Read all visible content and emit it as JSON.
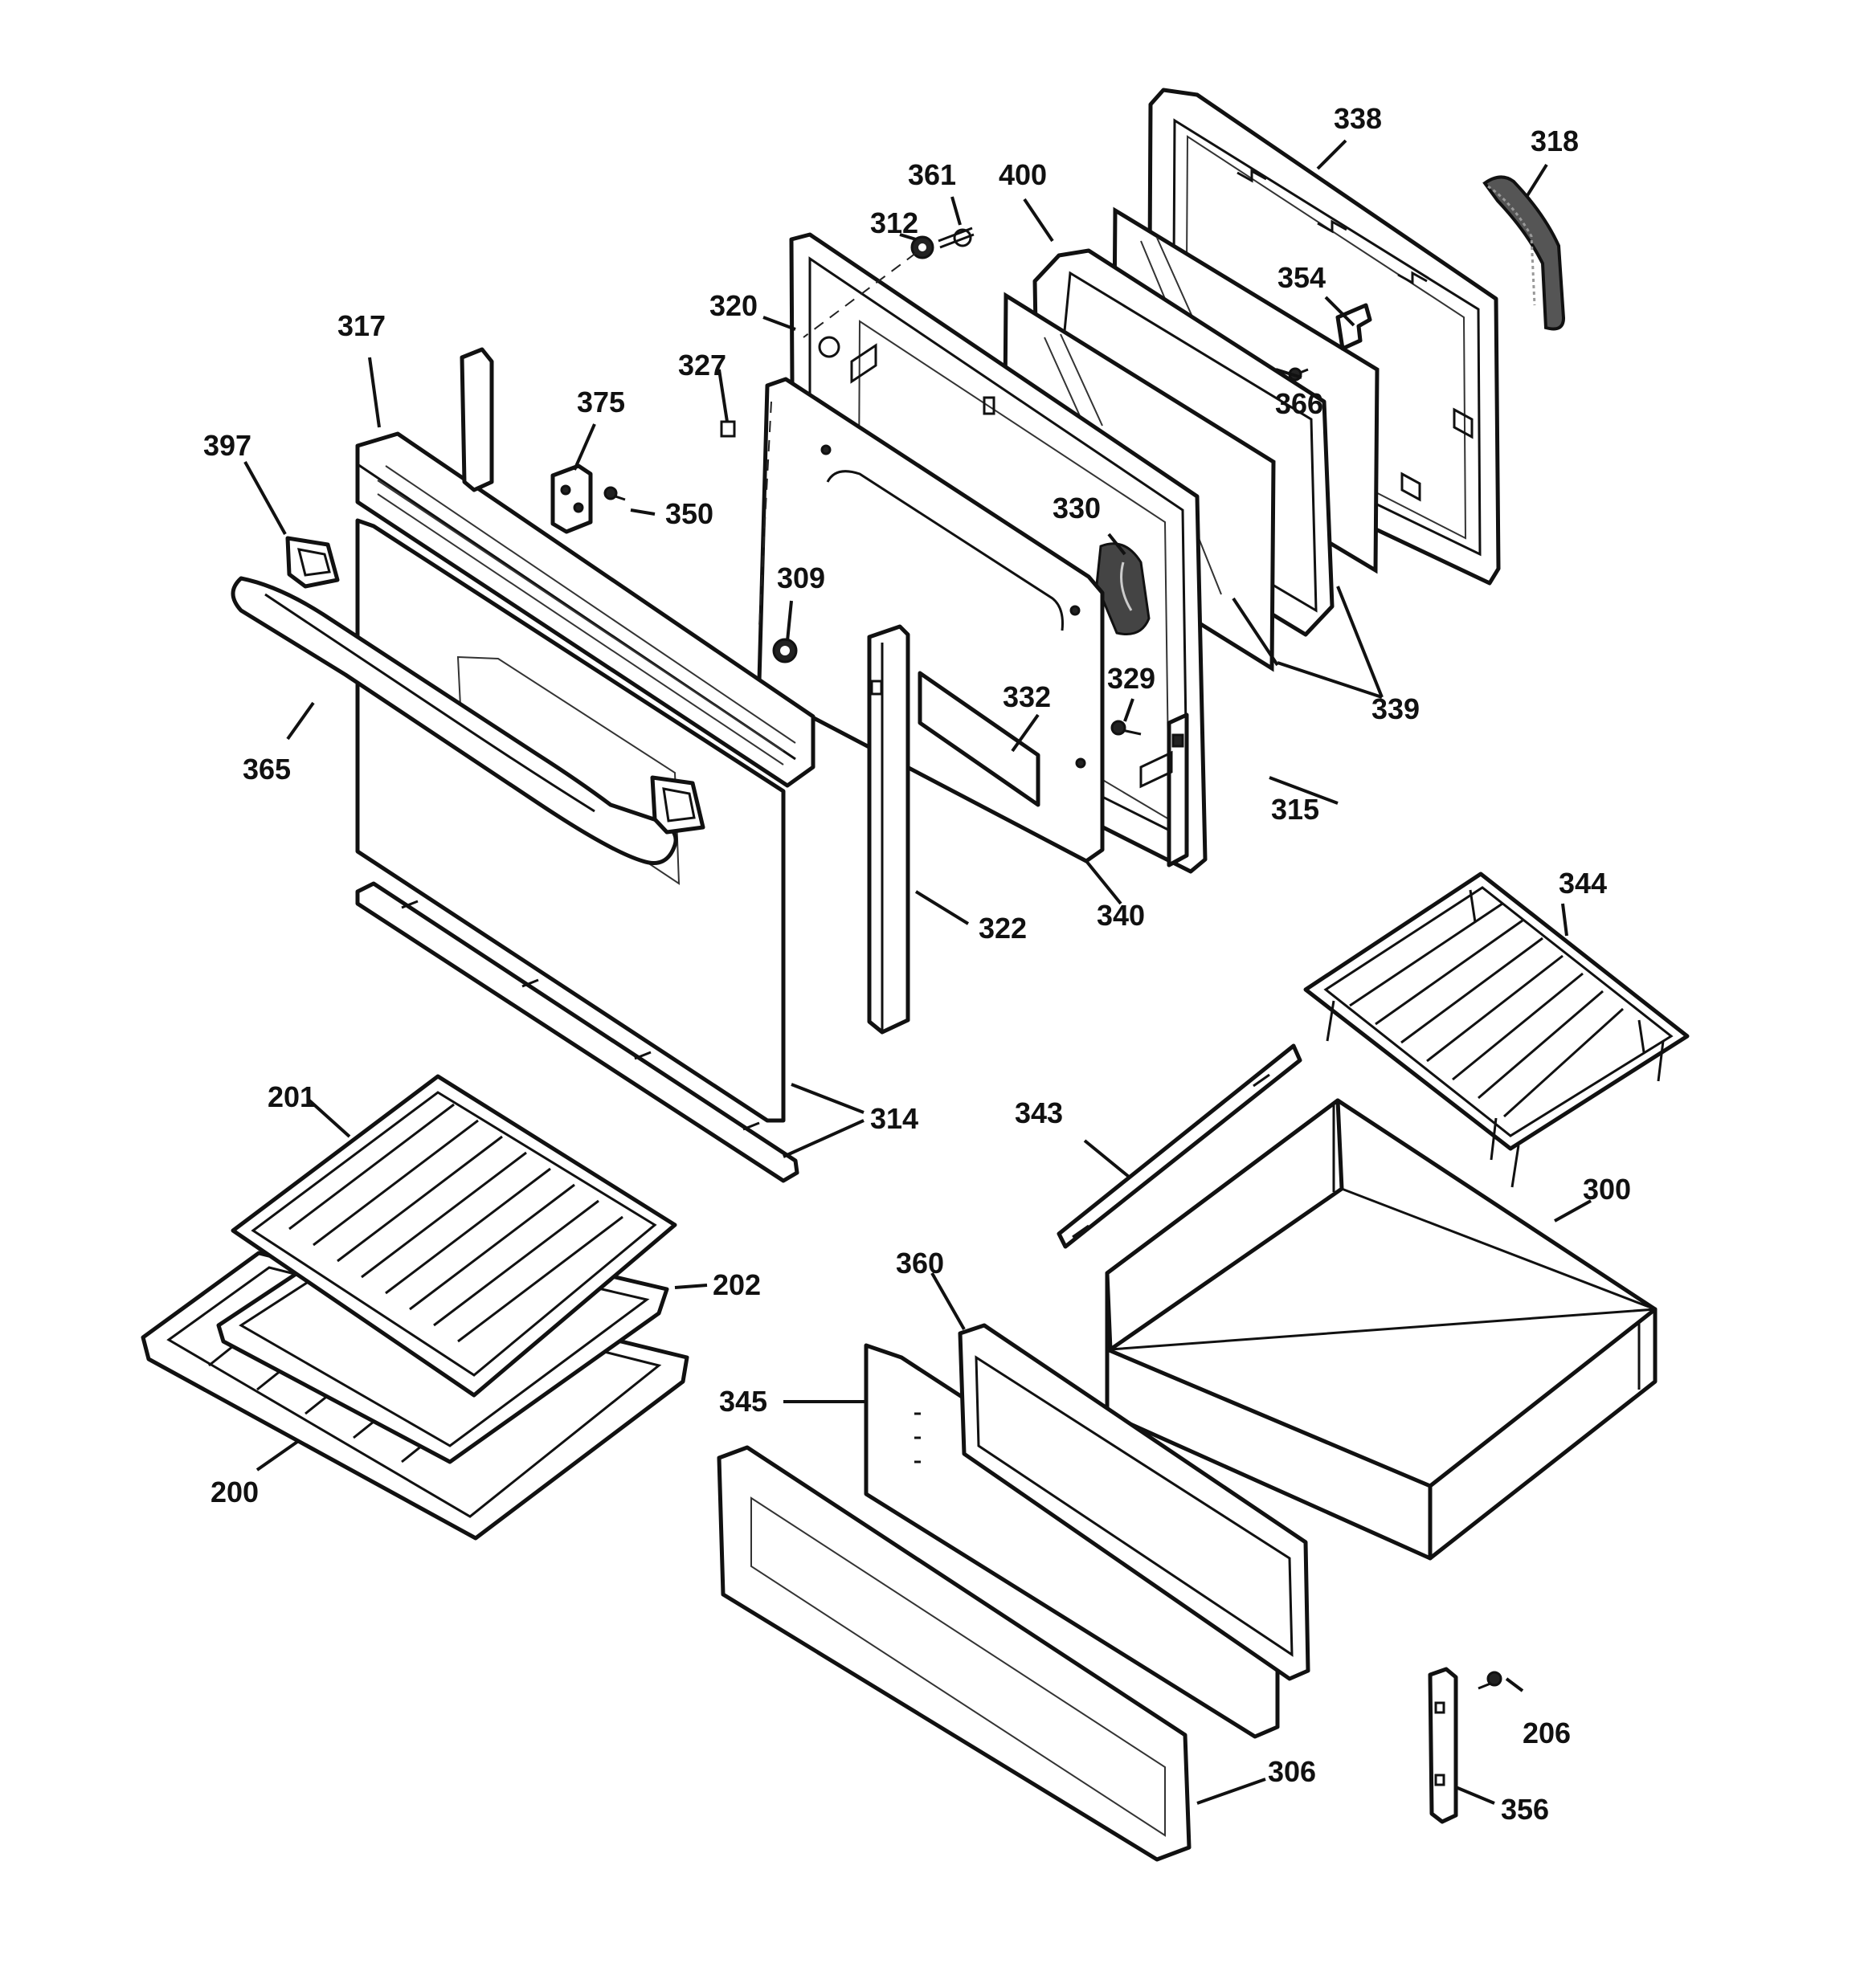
{
  "diagram": {
    "parts": [
      {
        "id": "p200",
        "label": "200"
      },
      {
        "id": "p201",
        "label": "201"
      },
      {
        "id": "p202",
        "label": "202"
      },
      {
        "id": "p206",
        "label": "206"
      },
      {
        "id": "p300",
        "label": "300"
      },
      {
        "id": "p306",
        "label": "306"
      },
      {
        "id": "p309",
        "label": "309"
      },
      {
        "id": "p312",
        "label": "312"
      },
      {
        "id": "p314",
        "label": "314"
      },
      {
        "id": "p315",
        "label": "315"
      },
      {
        "id": "p317",
        "label": "317"
      },
      {
        "id": "p318",
        "label": "318"
      },
      {
        "id": "p320",
        "label": "320"
      },
      {
        "id": "p322",
        "label": "322"
      },
      {
        "id": "p327",
        "label": "327"
      },
      {
        "id": "p329",
        "label": "329"
      },
      {
        "id": "p330",
        "label": "330"
      },
      {
        "id": "p332",
        "label": "332"
      },
      {
        "id": "p338",
        "label": "338"
      },
      {
        "id": "p339",
        "label": "339"
      },
      {
        "id": "p340",
        "label": "340"
      },
      {
        "id": "p343",
        "label": "343"
      },
      {
        "id": "p344",
        "label": "344"
      },
      {
        "id": "p345",
        "label": "345"
      },
      {
        "id": "p350",
        "label": "350"
      },
      {
        "id": "p354",
        "label": "354"
      },
      {
        "id": "p356",
        "label": "356"
      },
      {
        "id": "p360",
        "label": "360"
      },
      {
        "id": "p361",
        "label": "361"
      },
      {
        "id": "p365",
        "label": "365"
      },
      {
        "id": "p366",
        "label": "366"
      },
      {
        "id": "p375",
        "label": "375"
      },
      {
        "id": "p397",
        "label": "397"
      },
      {
        "id": "p400",
        "label": "400"
      }
    ]
  }
}
